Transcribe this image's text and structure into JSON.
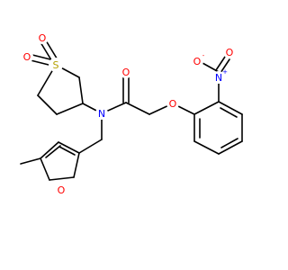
{
  "colors": {
    "bond": "#000000",
    "S": "#b5a000",
    "O": "#ff0000",
    "N": "#0000ff"
  },
  "atoms": {
    "a_S": {
      "label": "S",
      "color": "S"
    },
    "a_O_s1": {
      "label": "O",
      "color": "O"
    },
    "a_O_s2": {
      "label": "O",
      "color": "O"
    },
    "a_O_amide": {
      "label": "O",
      "color": "O"
    },
    "a_N_amide": {
      "label": "N",
      "color": "N"
    },
    "a_O_ether": {
      "label": "O",
      "color": "O"
    },
    "a_N_nitro": {
      "label": "N",
      "charge": "+",
      "color": "N"
    },
    "a_O_nitro1": {
      "label": "O",
      "charge": "-",
      "color": "O"
    },
    "a_O_nitro2": {
      "label": "O",
      "color": "O"
    },
    "a_O_furan": {
      "label": "O",
      "color": "O"
    }
  }
}
